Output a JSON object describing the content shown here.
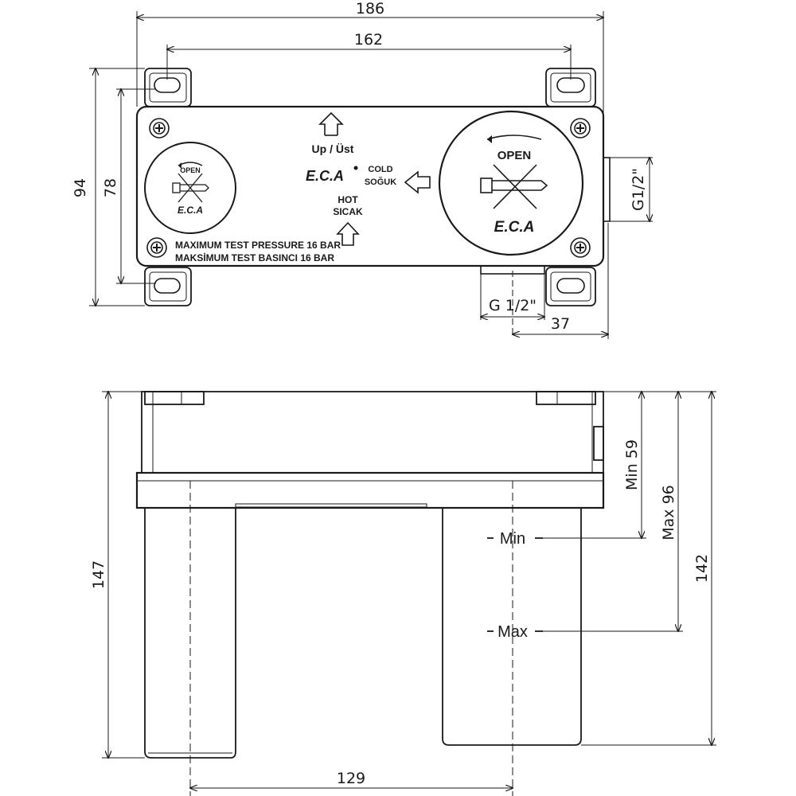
{
  "drawing": {
    "top_view": {
      "dim_overall_width": "186",
      "dim_hole_spacing": "162",
      "dim_height": "94",
      "dim_inner_height": "78",
      "dim_thread_side": "G1/2\"",
      "dim_thread_bottom": "G 1/2\"",
      "dim_offset": "37",
      "up_label": "Up / Üst",
      "cold_label": "COLD",
      "cold_label_tr": "SOĞUK",
      "hot_label": "HOT",
      "hot_label_tr": "SICAK",
      "pressure_en": "MAXIMUM TEST PRESSURE 16 BAR",
      "pressure_tr": "MAKSİMUM TEST BASINCI 16 BAR",
      "open_small": "OPEN",
      "open_large": "OPEN",
      "brand_center": "E.C.A",
      "brand_small": "E.C.A",
      "brand_large": "E.C.A"
    },
    "side_view": {
      "dim_total_height": "147",
      "dim_max_depth": "142",
      "dim_max": "Max 96",
      "dim_min": "Min 59",
      "dim_spacing": "129",
      "min_label": "Min",
      "max_label": "Max"
    }
  }
}
